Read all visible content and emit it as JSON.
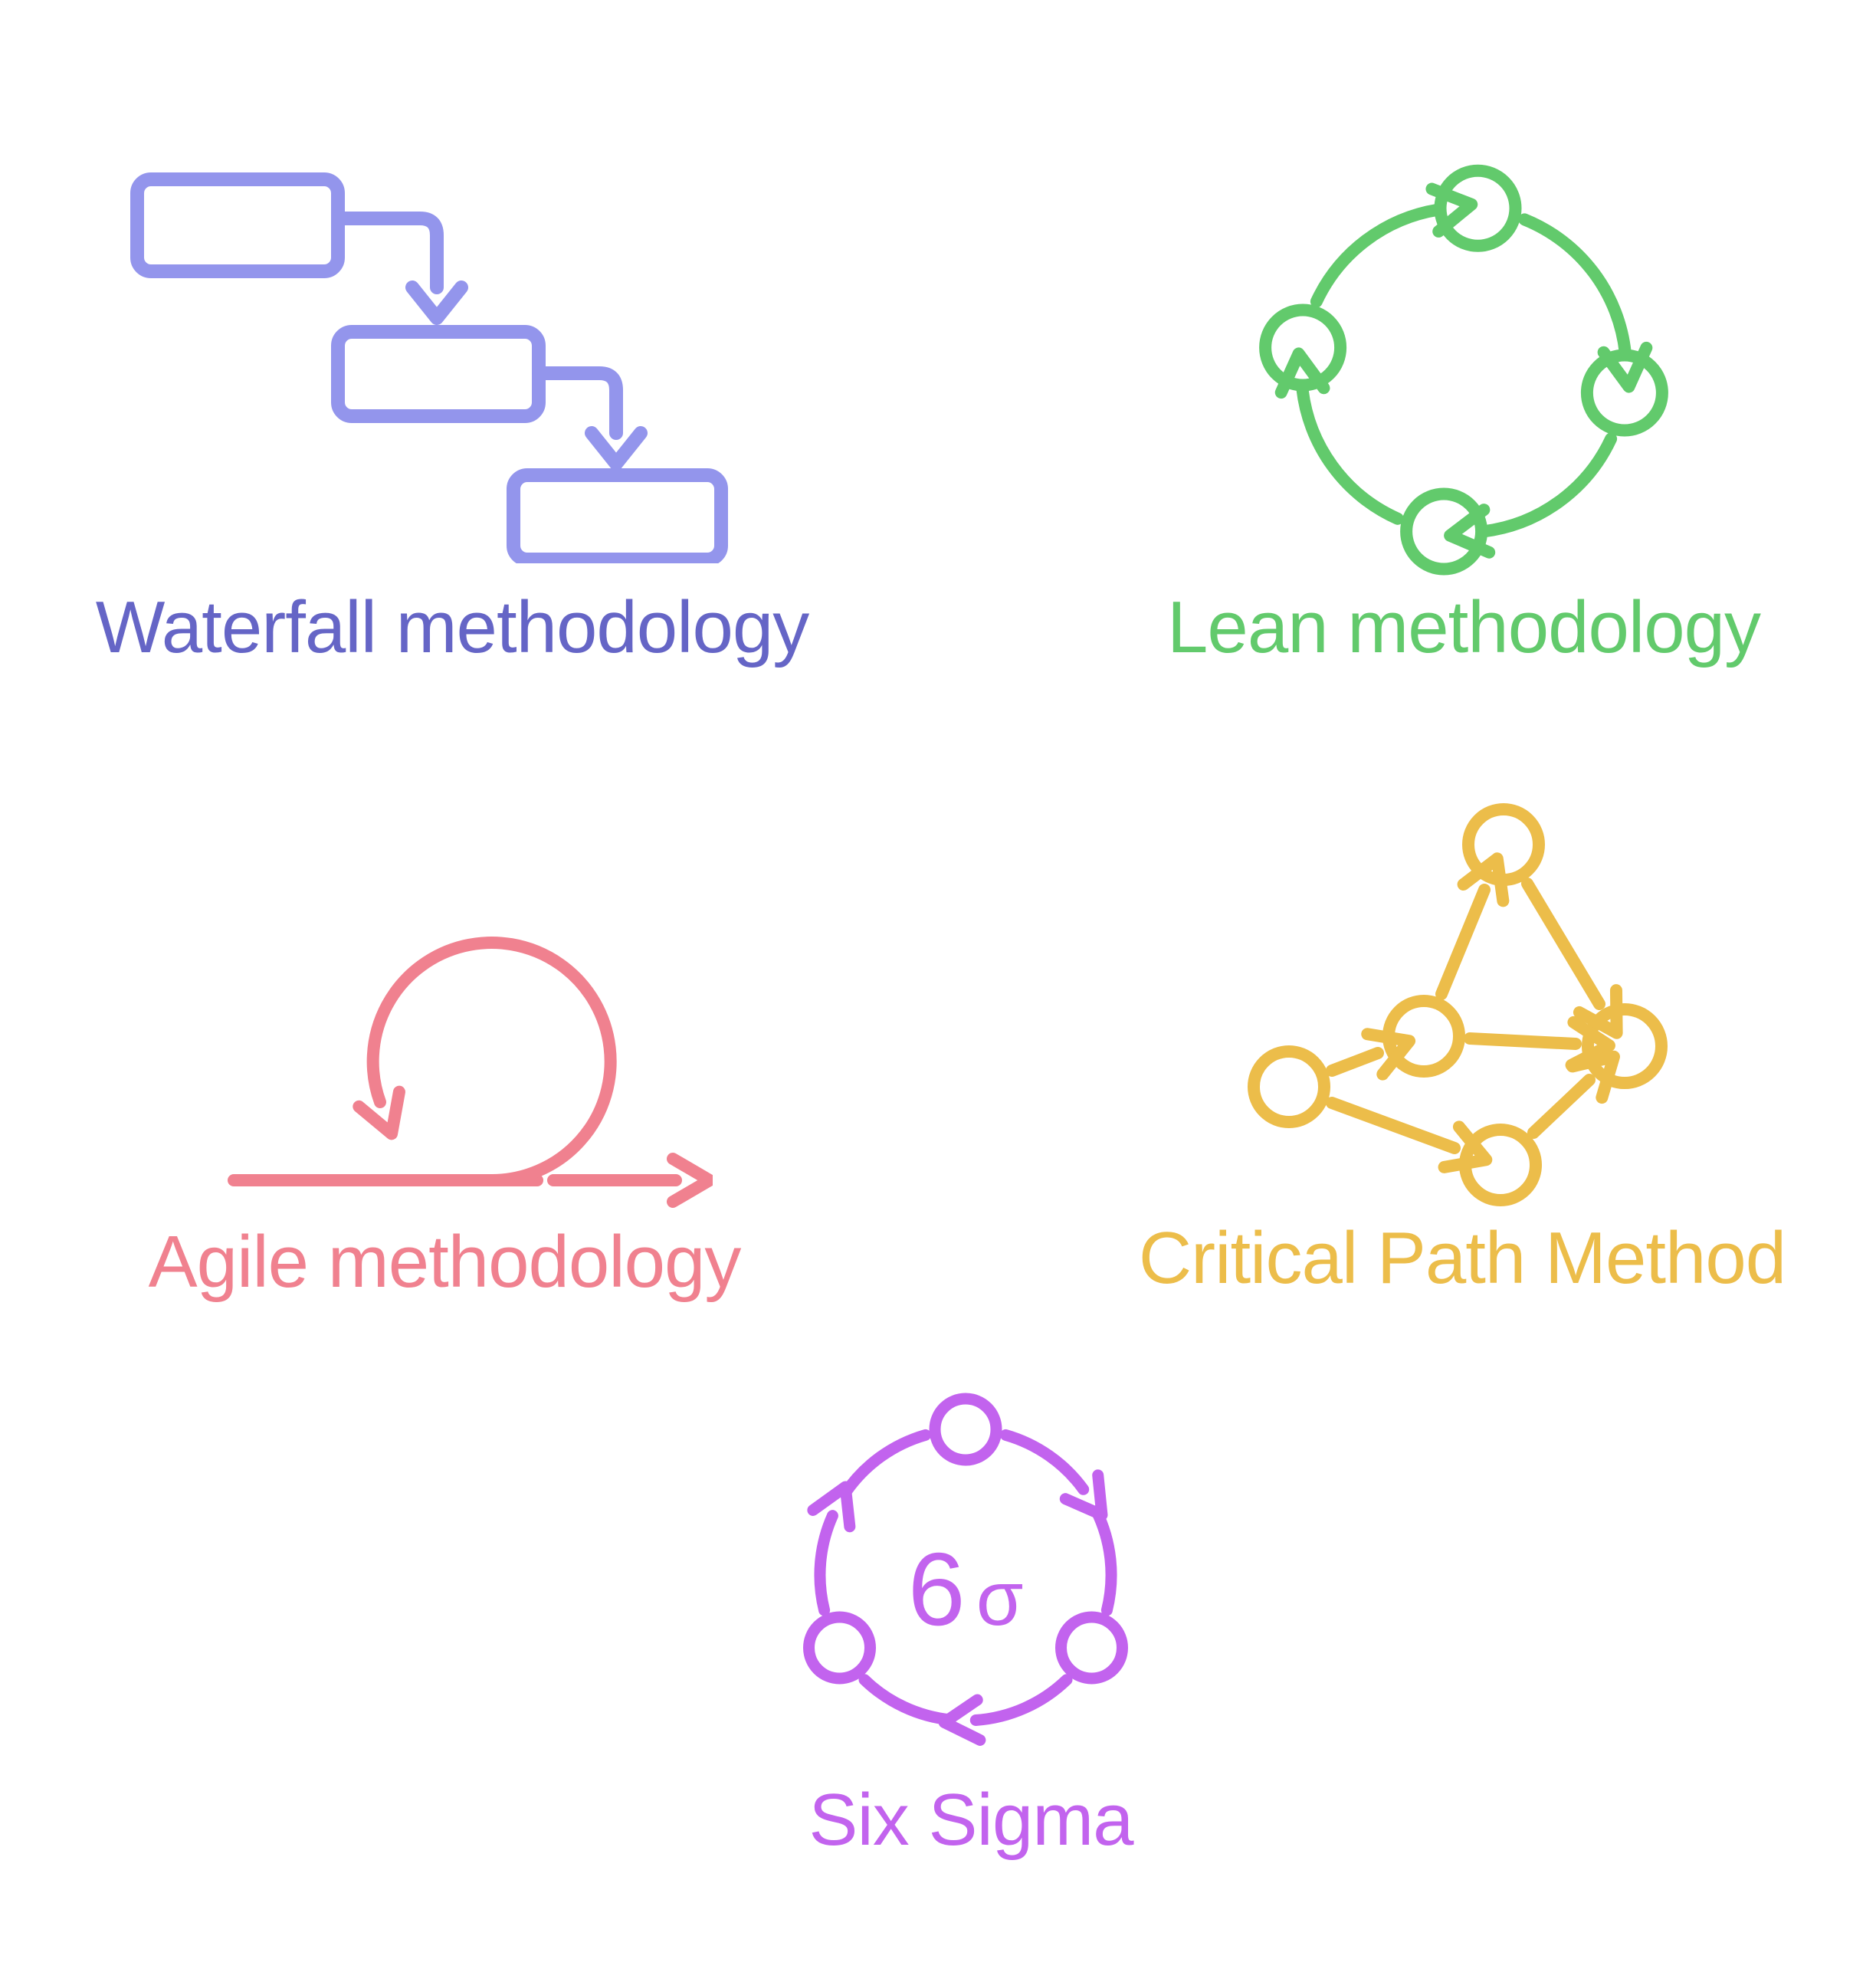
{
  "page": {
    "background": "#ffffff",
    "title": "Project management methodologies icon set"
  },
  "items": [
    {
      "id": "waterfall",
      "label": "Waterfall methodology",
      "icon": "waterfall-cascade-icon",
      "icon_color": "#9395ec",
      "label_color": "#6565c6"
    },
    {
      "id": "lean",
      "label": "Lean methodology",
      "icon": "lean-cycle-icon",
      "icon_color": "#62ca6c",
      "label_color": "#62ca6c"
    },
    {
      "id": "agile",
      "label": "Agile methodology",
      "icon": "agile-sprint-loop-icon",
      "icon_color": "#f0818f",
      "label_color": "#f0818f"
    },
    {
      "id": "critical-path",
      "label": "Critical Path Method",
      "icon": "network-nodes-icon",
      "icon_color": "#ecbd4a",
      "label_color": "#ecbd4a"
    },
    {
      "id": "six-sigma",
      "label": "Six Sigma",
      "icon": "six-sigma-cycle-icon",
      "icon_color": "#c263ee",
      "label_color": "#c263ee",
      "center_six": "6",
      "center_sigma": "σ"
    }
  ]
}
